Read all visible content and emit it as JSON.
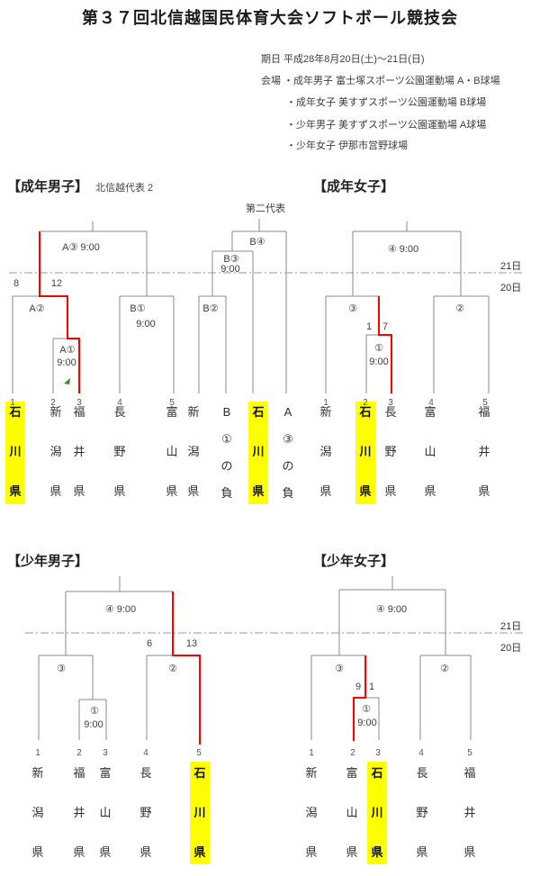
{
  "title": "第３７回北信越国民体育大会ソフトボール競技会",
  "info": {
    "date": "期日 平成28年8月20日(土)～21日(日)",
    "venues": [
      "会場 ・成年男子 富士塚スポーツ公園運動場 A・B球場",
      "・成年女子 美すずスポーツ公園運動場 B球場",
      "・少年男子 美すずスポーツ公園運動場 A球場",
      "・少年女子 伊那市営野球場"
    ]
  },
  "days": {
    "d21": "21日",
    "d20": "20日"
  },
  "colors": {
    "highlight": "#ffff00",
    "advance_path": "#ff0000",
    "bracket_line": "#8a8a8a"
  },
  "am": {
    "header": "【成年男子】",
    "note": "北信越代表 2",
    "second_rep": "第二代表",
    "m": {
      "a3": "A③ 9:00",
      "a2": "A②",
      "a1": "A①",
      "a1t": "9:00",
      "b1": "B①",
      "b1t": "9:00",
      "b2": "B②",
      "b3": "B③",
      "b3t": "9:00",
      "b4": "B④"
    },
    "s": {
      "l": "8",
      "r": "12"
    },
    "pos": [
      "1",
      "2",
      "3",
      "4",
      "5"
    ],
    "teams": [
      "石\n川\n県",
      "新\n潟\n県",
      "福\n井\n県",
      "長\n野\n県",
      "富\n山\n県"
    ],
    "rep": [
      "新\n潟\n県",
      "B\n①\nの\n負",
      "石\n川\n県",
      "A\n③\nの\n負"
    ],
    "highlight_team": "石川県"
  },
  "aw": {
    "header": "【成年女子】",
    "m": {
      "f": "④ 9:00",
      "sl": "③",
      "sr": "②",
      "r1": "①",
      "r1t": "9:00"
    },
    "s": {
      "l": "1",
      "r": "7"
    },
    "pos": [
      "1",
      "2",
      "3",
      "4",
      "5"
    ],
    "teams": [
      "新\n潟\n県",
      "石\n川\n県",
      "長\n野\n県",
      "富\n山\n県",
      "福\n井\n県"
    ],
    "highlight_team": "石川県"
  },
  "jm": {
    "header": "【少年男子】",
    "m": {
      "f": "④ 9:00",
      "sl": "③",
      "sr": "②",
      "r1": "①",
      "r1t": "9:00"
    },
    "s": {
      "l": "6",
      "r": "13"
    },
    "pos": [
      "1",
      "2",
      "3",
      "4",
      "5"
    ],
    "teams": [
      "新\n潟\n県",
      "福\n井\n県",
      "富\n山\n県",
      "長\n野\n県",
      "石\n川\n県"
    ],
    "highlight_team": "石川県"
  },
  "jw": {
    "header": "【少年女子】",
    "m": {
      "f": "④ 9:00",
      "sl": "③",
      "sr": "②",
      "r1": "①",
      "r1t": "9:00"
    },
    "s": {
      "l": "9",
      "r": "1"
    },
    "pos": [
      "1",
      "2",
      "3",
      "4",
      "5"
    ],
    "teams": [
      "新\n潟\n県",
      "富\n山\n県",
      "石\n川\n県",
      "長\n野\n県",
      "福\n井\n県"
    ],
    "highlight_team": "石川県"
  }
}
